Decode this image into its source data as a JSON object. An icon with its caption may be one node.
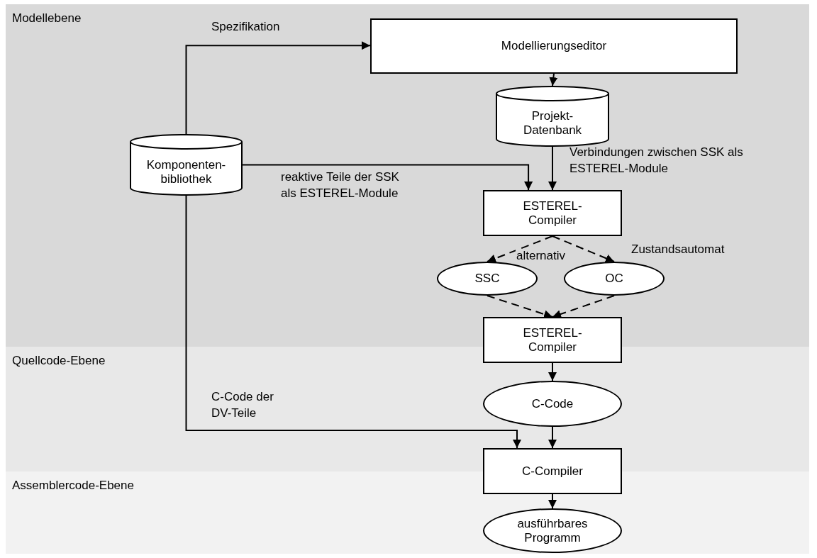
{
  "diagram": {
    "nodes": [
      {
        "text": [
          "Modellebene"
        ]
      },
      {
        "text": [
          "Quellcode-Ebene"
        ]
      },
      {
        "text": [
          "Assemblercode-Ebene"
        ]
      },
      {
        "text": [
          "Modellierungseditor"
        ],
        "in": 0
      },
      {
        "text": [
          "Projekt- Datenbank"
        ],
        "in": 0
      },
      {
        "text": [
          "Komponenten- bibliothek"
        ],
        "in": 0
      },
      {
        "text": [
          "ESTEREL- Compiler"
        ],
        "in": 0
      },
      {
        "text": [
          "SSC"
        ],
        "in": 0
      },
      {
        "text": [
          "OC"
        ],
        "in": 0
      },
      {
        "text": [
          "ESTEREL- Compiler"
        ]
      },
      {
        "text": [
          "C-Code"
        ],
        "in": 1
      },
      {
        "text": [
          "C-Compiler"
        ]
      },
      {
        "text": [
          "ausführbares Programm"
        ],
        "in": 2
      }
    ],
    "edges": [
      {
        "from": 5,
        "to": 3,
        "arrow": "to",
        "label": "Spezifikation"
      },
      {
        "from": 3,
        "to": 4,
        "arrow": "to"
      },
      {
        "from": 4,
        "to": 6,
        "arrow": "to",
        "label": "Verbindungen zwischen SSK als ESTEREL-Module"
      },
      {
        "from": 5,
        "to": 6,
        "arrow": "to",
        "label": "reaktive Teile der SSK als ESTEREL-Module"
      },
      {
        "from": 6,
        "to": 7,
        "arrow": "to",
        "style": "dashed"
      },
      {
        "from": 6,
        "to": 8,
        "arrow": "to",
        "style": "dashed",
        "label": "Zustandsautomat"
      },
      {
        "from": 7,
        "to": 9,
        "arrow": "to",
        "style": "dashed"
      },
      {
        "from": 8,
        "to": 9,
        "arrow": "to",
        "style": "dashed"
      },
      {
        "from": 9,
        "to": 10,
        "arrow": "to"
      },
      {
        "from": 10,
        "to": 11,
        "arrow": "to"
      },
      {
        "from": 5,
        "to": 11,
        "arrow": "to",
        "label": "C-Code der DV-Teile"
      },
      {
        "from": 11,
        "to": 12,
        "arrow": "to"
      }
    ],
    "labels": [
      "alternativ"
    ]
  }
}
